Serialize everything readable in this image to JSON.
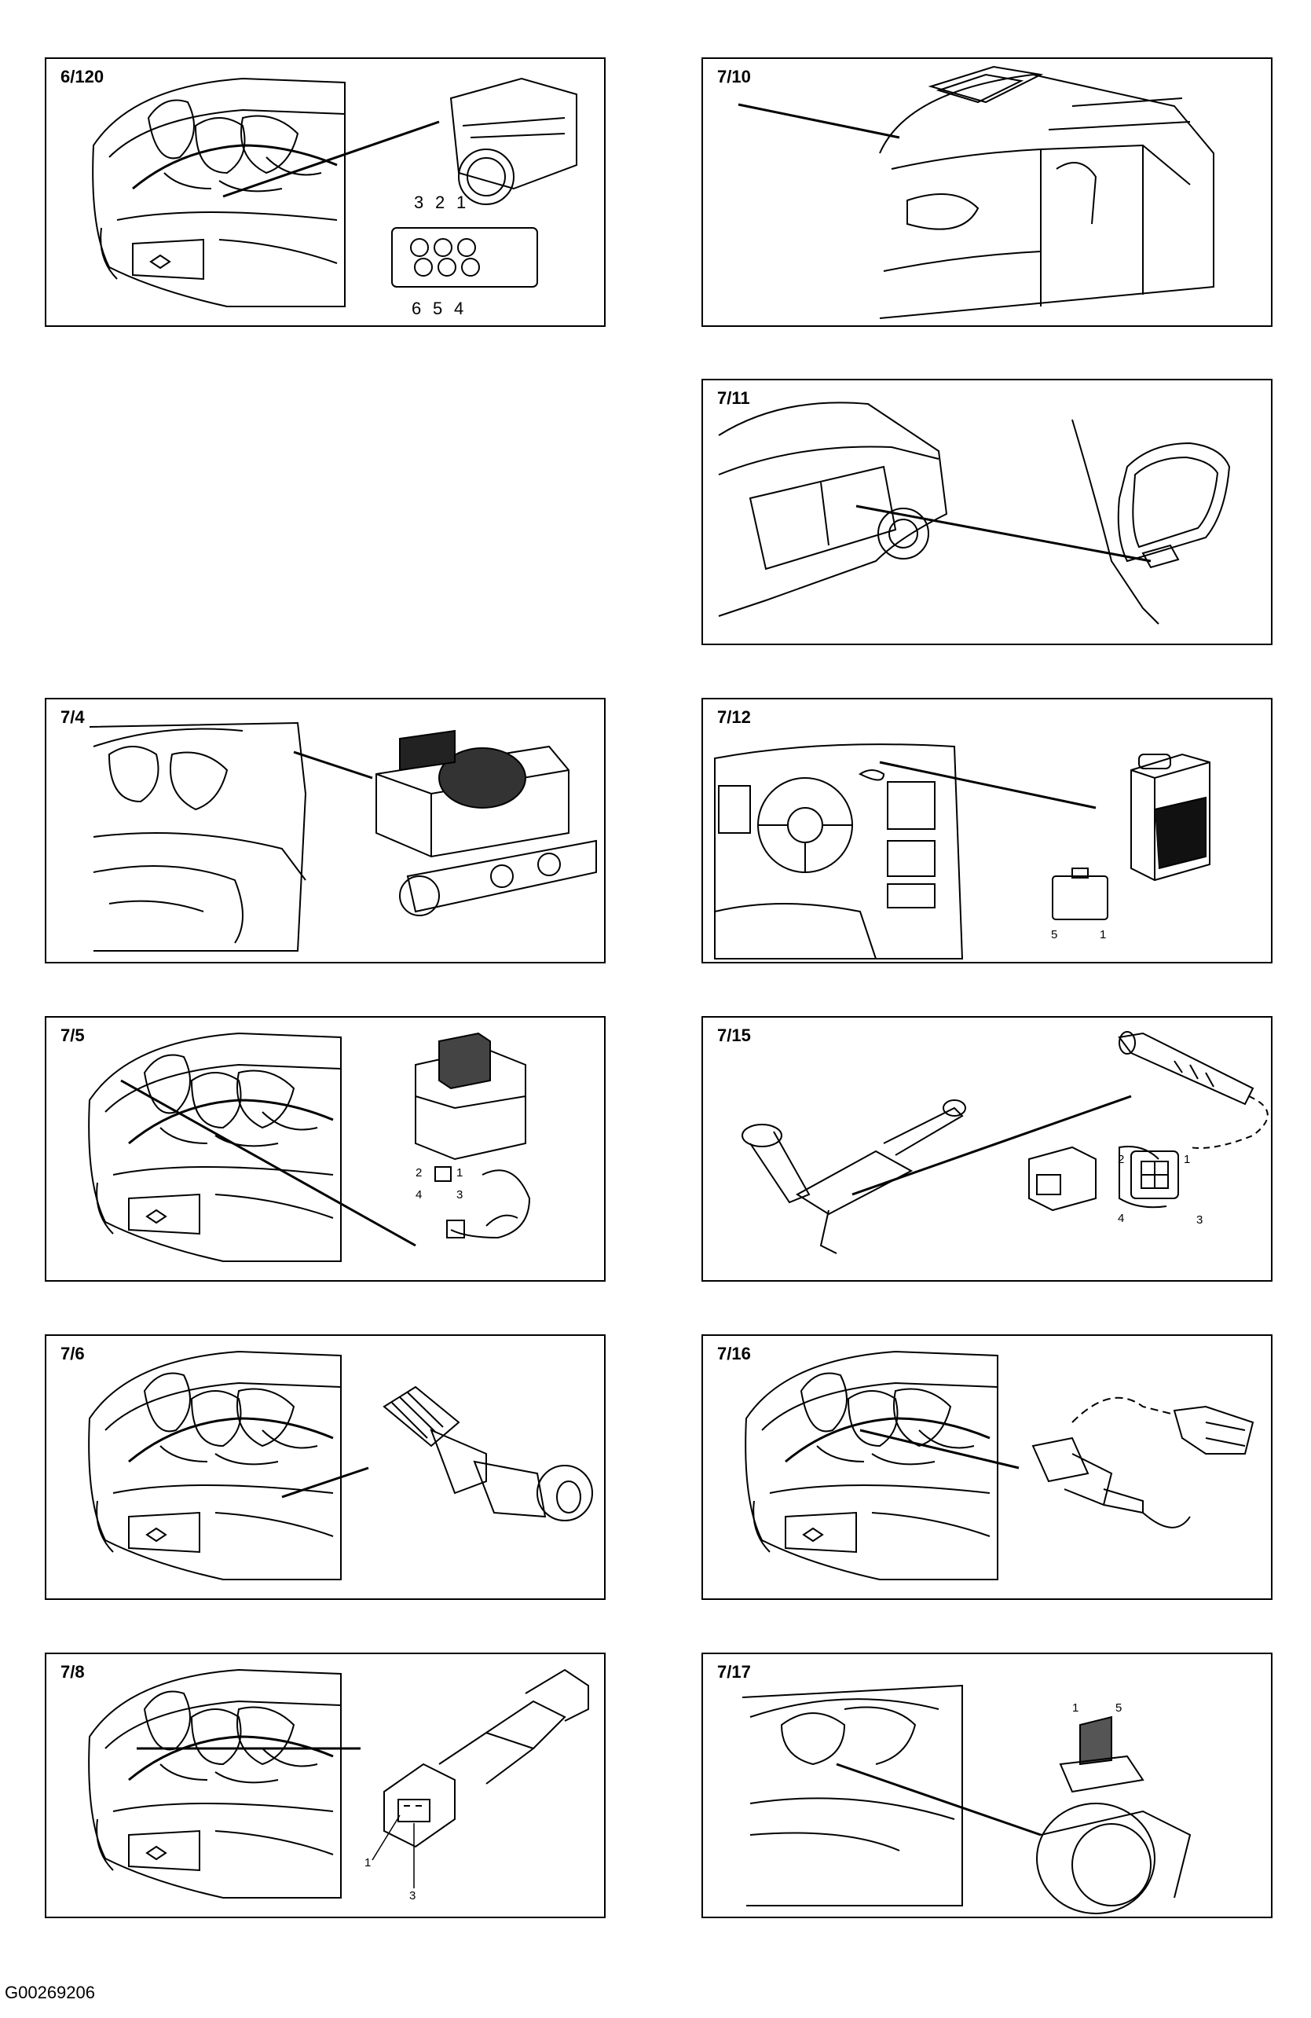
{
  "panels": [
    {
      "id": "6/120",
      "pins": [
        "3",
        "2",
        "1",
        "6",
        "5",
        "4"
      ]
    },
    {
      "id": "7/10"
    },
    {
      "id": "7/11"
    },
    {
      "id": "7/4"
    },
    {
      "id": "7/12",
      "pins": [
        "5",
        "1"
      ]
    },
    {
      "id": "7/5",
      "pins": [
        "2",
        "1",
        "4",
        "3"
      ]
    },
    {
      "id": "7/15",
      "pins": [
        "2",
        "1",
        "4",
        "3"
      ]
    },
    {
      "id": "7/6"
    },
    {
      "id": "7/16"
    },
    {
      "id": "7/8",
      "pins": [
        "1",
        "3"
      ]
    },
    {
      "id": "7/17",
      "pins": [
        "1",
        "5"
      ]
    }
  ],
  "figure_id": "G00269206"
}
